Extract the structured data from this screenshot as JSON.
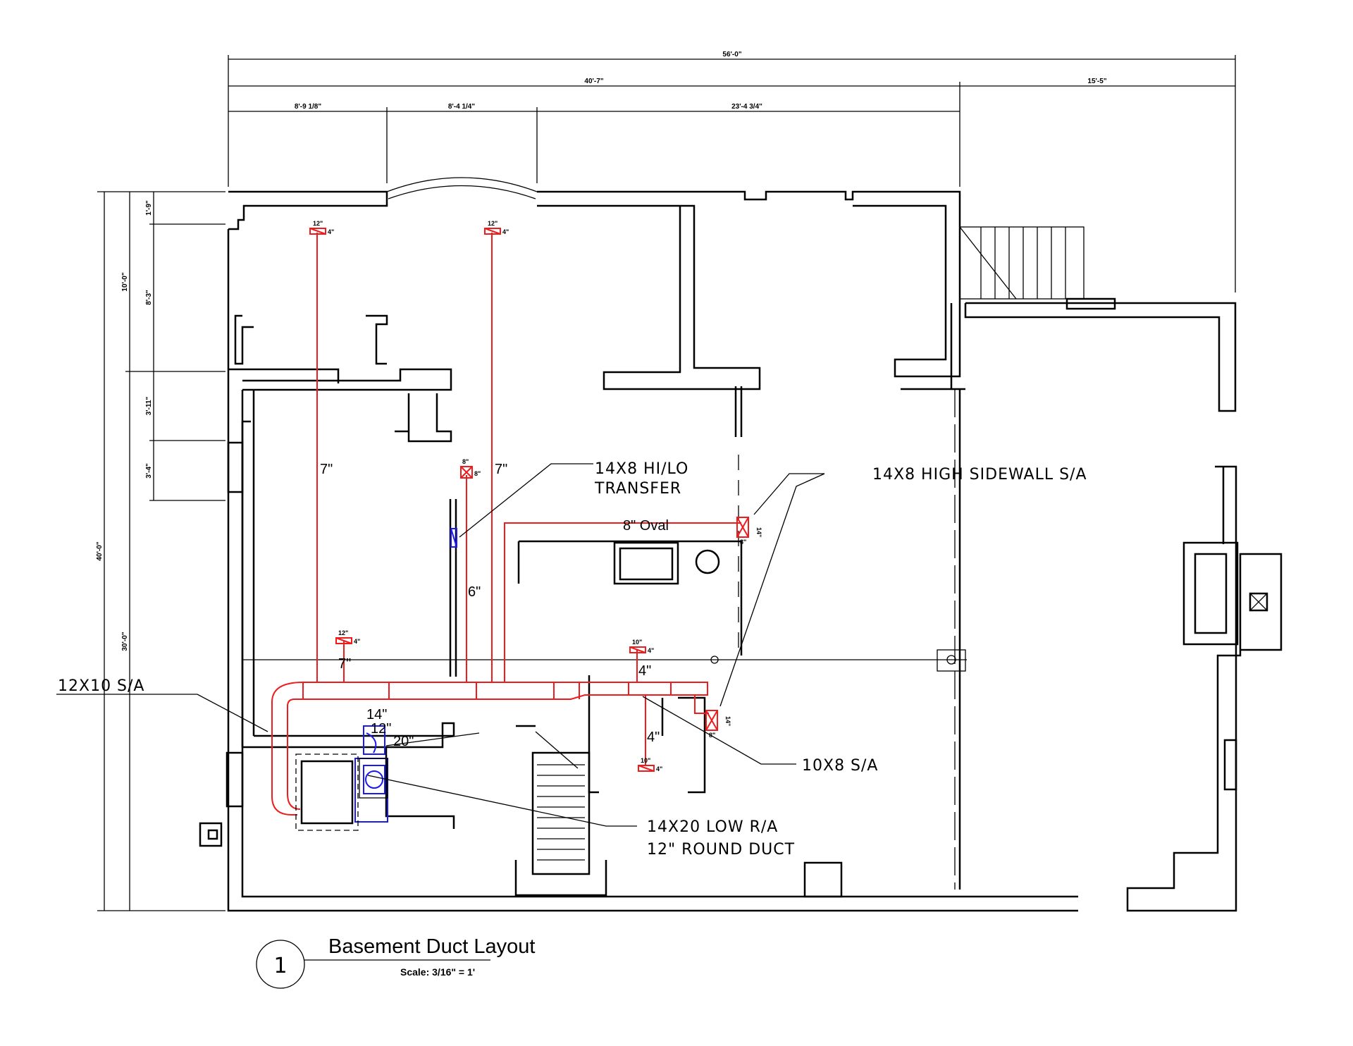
{
  "drawing": {
    "title": "Basement Duct Layout",
    "scale": "Scale: 3/16\" = 1'",
    "detail_number": "1",
    "colors": {
      "duct": "#ee1c1c",
      "return": "#1a1aee",
      "walls": "#000000"
    }
  },
  "dimensions": {
    "overall_top": "56'-0\"",
    "house_width": "40'-7\"",
    "garage_width": "15'-5\"",
    "seg_a": "8'-9 1/8\"",
    "seg_b": "8'-4 1/4\"",
    "seg_c": "23'-4 3/4\"",
    "left_total": "40'-0\"",
    "left_upper": "10'-0\"",
    "left_lower": "30'-0\"",
    "left_1": "1'-9\"",
    "left_2": "8'-3\"",
    "left_3": "3'-11\"",
    "left_4": "3'-4\""
  },
  "callouts": {
    "hi_lo_line1": "14X8 HI/LO",
    "hi_lo_line2": "TRANSFER",
    "sidewall": "14X8 HIGH SIDEWALL S/A",
    "sa_12x10": "12X10 S/A",
    "sa_10x8": "10X8 S/A",
    "ra_line1": "14X20 LOW R/A",
    "ra_line2": "12\" ROUND DUCT"
  },
  "duct_sizes": {
    "run_7_left": "7\"",
    "run_7_right": "7\"",
    "run_6": "6\"",
    "run_7_low": "7\"",
    "oval": "8\" Oval",
    "run_4_a": "4\"",
    "run_4_b": "4\"",
    "return_14": "14\"",
    "return_20": "20\"",
    "return_12": "12\""
  },
  "registers": {
    "r1_top": "12\"",
    "r1_side": "4\"",
    "r2_top": "12\"",
    "r2_side": "4\"",
    "r3_top": "8\"",
    "r3_side": "8\"",
    "r4_top": "12\"",
    "r4_side": "4\"",
    "r5_top": "10\"",
    "r5_side": "4\"",
    "r6_top": "10\"",
    "r6_side": "4\"",
    "sw1_a": "14\"",
    "sw1_b": "8\"",
    "sw2_a": "14\"",
    "sw2_b": "8\""
  }
}
